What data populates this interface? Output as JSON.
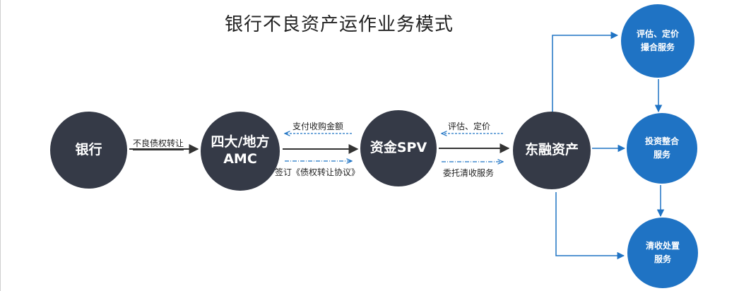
{
  "title": "银行不良资产运作业务模式",
  "nodes": {
    "bank": "银行",
    "amc_line1": "四大/地方",
    "amc_line2": "AMC",
    "spv": "资金SPV",
    "dongrong": "东融资产",
    "svc_eval_line1": "评估、定价",
    "svc_eval_line2": "撮合服务",
    "svc_invest_line1": "投资整合",
    "svc_invest_line2": "服务",
    "svc_collect_line1": "清收处置",
    "svc_collect_line2": "服务"
  },
  "edges": {
    "bank_to_amc": "不良债权转让",
    "spv_to_amc_pay": "支付收购金额",
    "amc_to_spv_agreement": "签订《债权转让协议》",
    "dongrong_to_spv_eval": "评估、定价",
    "spv_to_dongrong_entrust": "委托清收服务"
  },
  "colors": {
    "dark_node": "#353a47",
    "blue_node": "#1f73c4",
    "arrow_blue": "#1f73c4",
    "arrow_dark": "#333333"
  }
}
